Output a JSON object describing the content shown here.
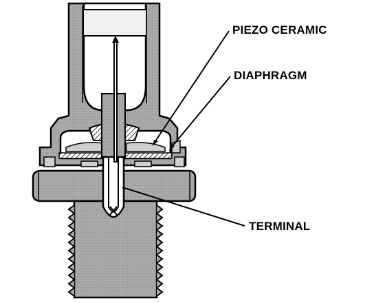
{
  "labels": {
    "piezo_ceramic": "PIEZO CERAMIC",
    "diaphragm": "DIAPHRAGM",
    "terminal": "TERMINAL"
  },
  "colors": {
    "ink": "#000000",
    "body_gray": "#a9a9a9",
    "light_gray": "#cfcfcf",
    "background": "#ffffff"
  }
}
